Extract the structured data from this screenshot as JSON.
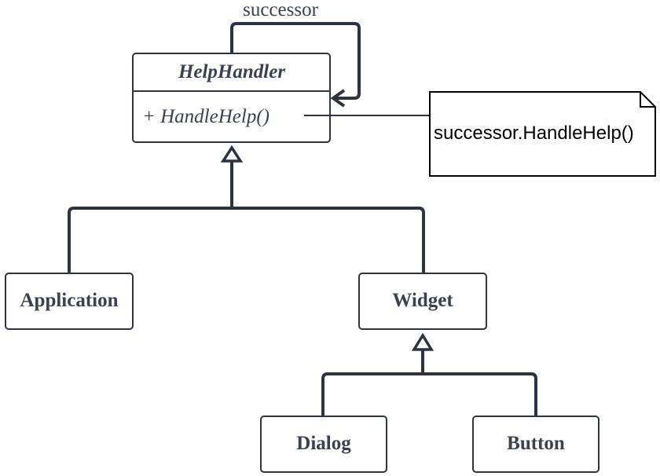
{
  "diagram": {
    "colors": {
      "stroke": "#2d3440",
      "text": "#3a4250",
      "note_stroke": "#000000",
      "note_text": "#000000",
      "background": "#ffffff"
    },
    "self_association_label": "successor",
    "abstract_class": {
      "name": "HelpHandler",
      "method": "+ HandleHelp()"
    },
    "note": {
      "text": "successor.HandleHelp()"
    },
    "classes": {
      "application": "Application",
      "widget": "Widget",
      "dialog": "Dialog",
      "button": "Button"
    }
  }
}
